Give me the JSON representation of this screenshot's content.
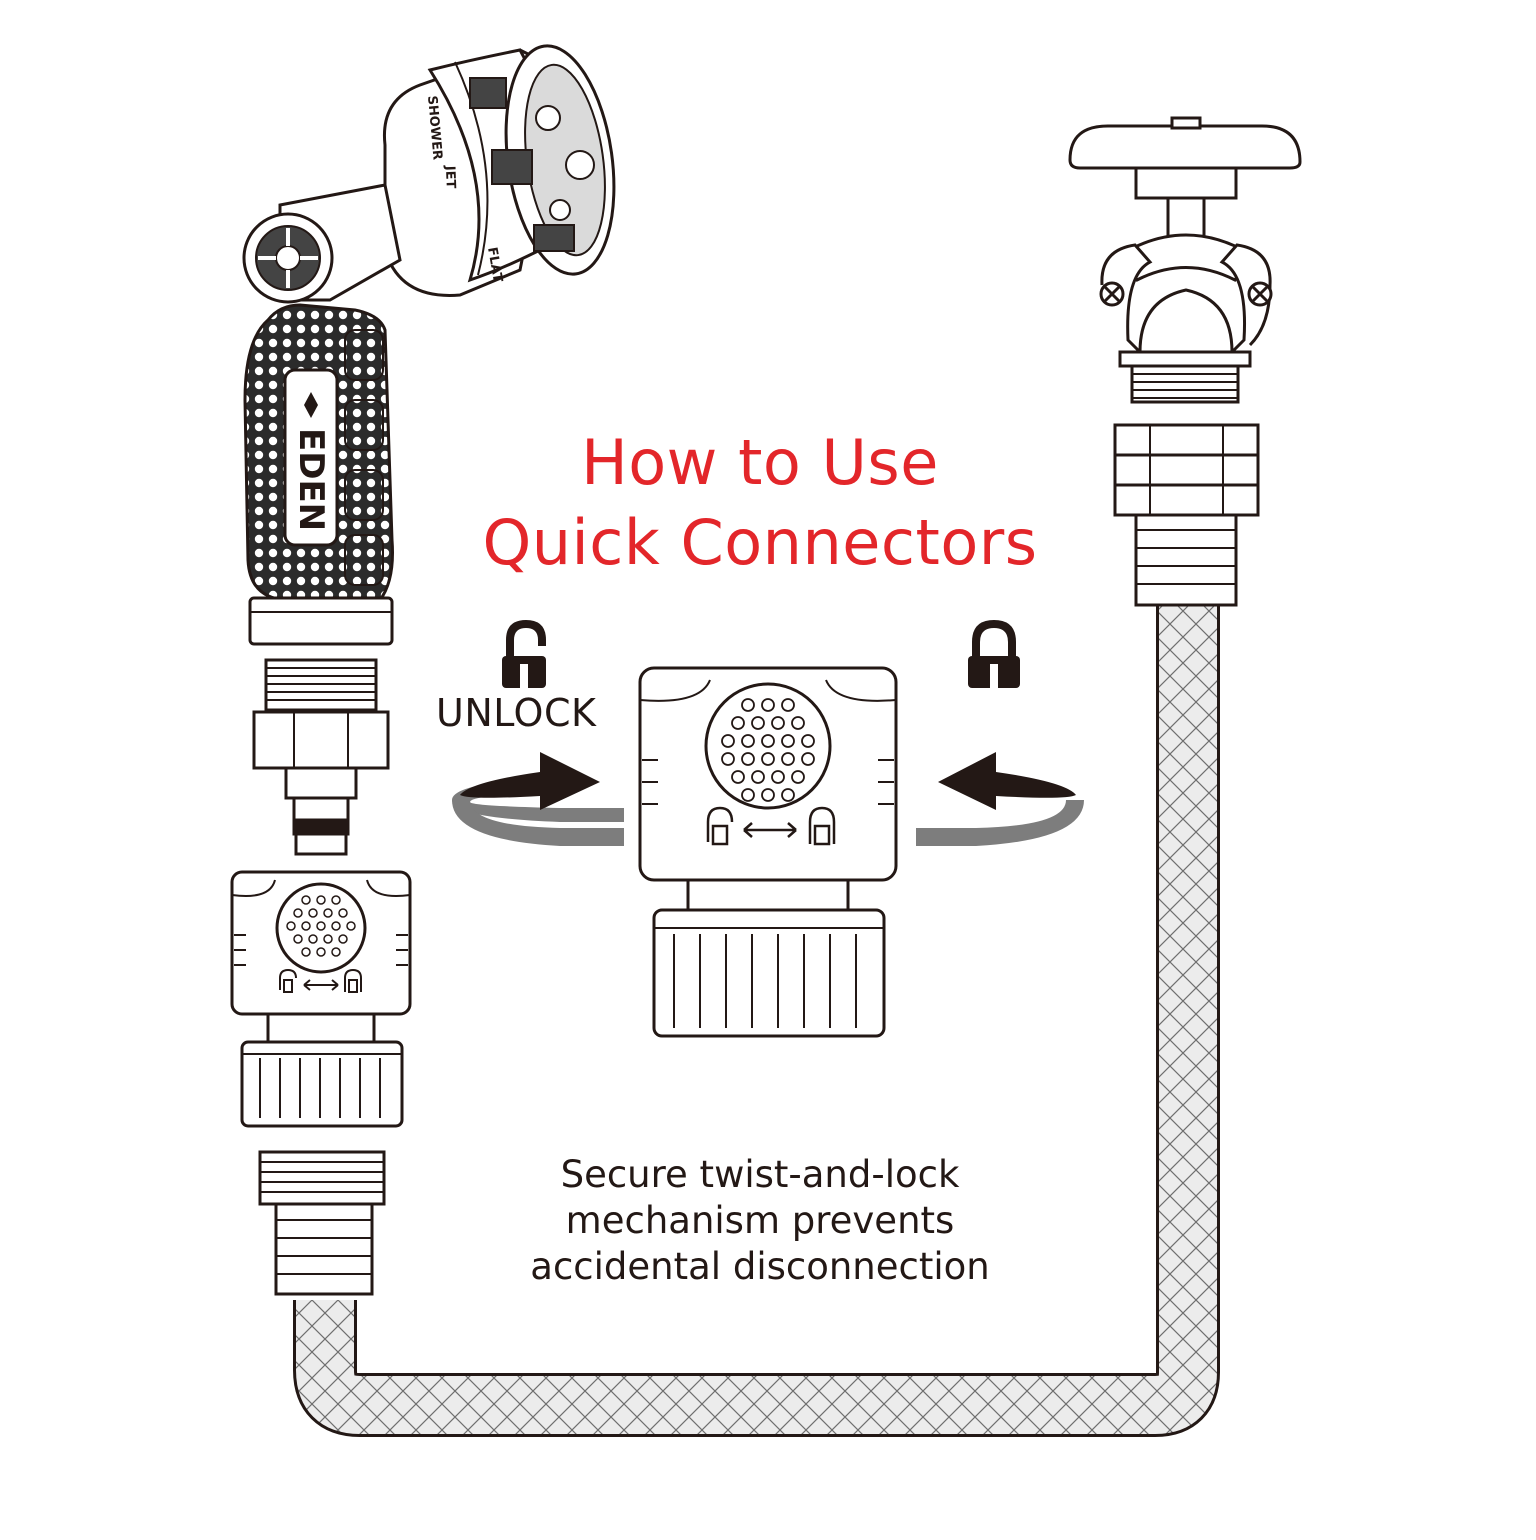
{
  "title": {
    "line1": "How to Use",
    "line2": "Quick Connectors",
    "color": "#e3262a"
  },
  "caption": {
    "line1": "Secure twist-and-lock",
    "line2": "mechanism prevents",
    "line3": "accidental disconnection"
  },
  "unlock_label": "UNLOCK",
  "brand": "EDEN",
  "nozzle_patterns": [
    "SHOWER",
    "JET",
    "FLAT"
  ],
  "icons": [
    "open-padlock-icon",
    "closed-padlock-icon",
    "twist-arrow-right-icon",
    "twist-arrow-left-icon",
    "lock-unlock-toggle-icon"
  ],
  "colors": {
    "line": "#231815",
    "arrow_band": "#7d7d7d",
    "hose_fill": "#e6e6e6"
  }
}
